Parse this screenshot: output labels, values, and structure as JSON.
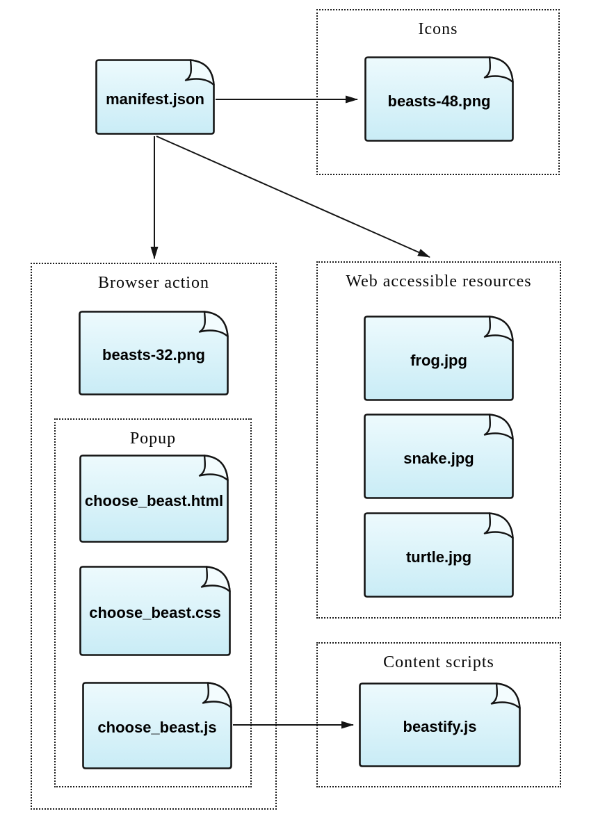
{
  "diagram": {
    "description": "WebExtension file structure diagram",
    "groups": [
      {
        "id": "icons",
        "label": "Icons"
      },
      {
        "id": "browser-action",
        "label": "Browser action"
      },
      {
        "id": "popup",
        "label": "Popup"
      },
      {
        "id": "web-accessible-resources",
        "label": "Web accessible resources"
      },
      {
        "id": "content-scripts",
        "label": "Content scripts"
      }
    ],
    "files": [
      {
        "id": "manifest-json",
        "label": "manifest.json"
      },
      {
        "id": "beasts-48-png",
        "label": "beasts-48.png"
      },
      {
        "id": "beasts-32-png",
        "label": "beasts-32.png"
      },
      {
        "id": "choose-beast-html",
        "label": "choose_beast.html"
      },
      {
        "id": "choose-beast-css",
        "label": "choose_beast.css"
      },
      {
        "id": "choose-beast-js",
        "label": "choose_beast.js"
      },
      {
        "id": "frog-jpg",
        "label": "frog.jpg"
      },
      {
        "id": "snake-jpg",
        "label": "snake.jpg"
      },
      {
        "id": "turtle-jpg",
        "label": "turtle.jpg"
      },
      {
        "id": "beastify-js",
        "label": "beastify.js"
      }
    ],
    "edges": [
      {
        "from": "manifest.json",
        "to": "beasts-48.png"
      },
      {
        "from": "manifest.json",
        "to": "Browser action"
      },
      {
        "from": "manifest.json",
        "to": "Web accessible resources"
      },
      {
        "from": "choose_beast.js",
        "to": "beastify.js"
      }
    ],
    "colors": {
      "file_fill_top": "#edfafd",
      "file_fill_bottom": "#c9ecf6",
      "file_fold_fill": "#f3fcfe",
      "file_border": "#141414",
      "group_border": "#1c1c1c",
      "arrow": "#141414",
      "text": "#000000",
      "background": "#ffffff"
    }
  }
}
